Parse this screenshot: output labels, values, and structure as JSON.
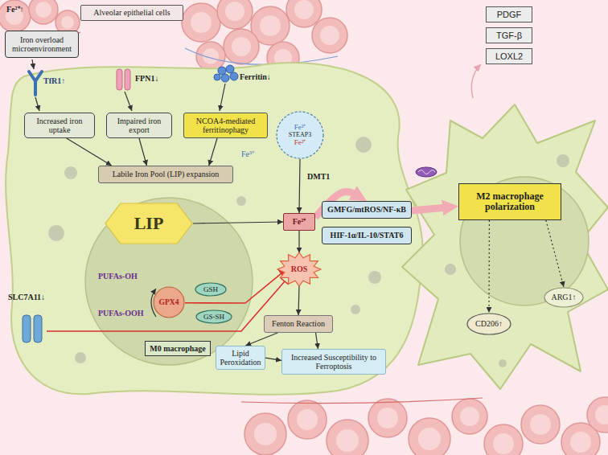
{
  "diagram": {
    "nodes": [
      {
        "text": [
          "Iron overload microenvironment"
        ]
      },
      {
        "text": [
          "Alveolar epithelial cells"
        ]
      },
      {
        "text": [
          "Increased iron uptake"
        ]
      },
      {
        "text": [
          "Impaired iron export"
        ]
      },
      {
        "text": [
          "NCOA4-mediated ferritinophagy"
        ]
      },
      {
        "text": [
          "Fe³⁺",
          "STEAP3",
          "Fe²⁺"
        ]
      },
      {
        "text": [
          "Labile Iron Pool (LIP) expansion"
        ]
      },
      {
        "text": [
          "LIP"
        ]
      },
      {
        "text": [
          "Fe²⁺"
        ]
      },
      {
        "text": [
          "GPX4"
        ]
      },
      {
        "text": [
          "GSH"
        ]
      },
      {
        "text": [
          "GS-SH"
        ]
      },
      {
        "text": [
          "ROS"
        ]
      },
      {
        "text": [
          "Fenton Reaction"
        ]
      },
      {
        "text": [
          "M0 macrophage"
        ]
      },
      {
        "text": [
          "Lipid Peroxidation"
        ]
      },
      {
        "text": [
          "Increased Susceptibility to Ferroptosis"
        ]
      },
      {
        "text": [
          "GMFG/mtROS/NF-κB"
        ]
      },
      {
        "text": [
          "HIF-1α/IL-10/STAT6"
        ]
      },
      {
        "text": [
          "M2 macrophage polarization"
        ]
      },
      {
        "text": [
          "CD206↑"
        ]
      },
      {
        "text": [
          "ARG1↑"
        ]
      },
      {
        "text": [
          "PDGF"
        ]
      },
      {
        "text": [
          "TGF-β"
        ]
      },
      {
        "text": [
          "LOXL2"
        ]
      }
    ],
    "edges": [
      {
        "from": 2,
        "to": 6,
        "arrow": "to"
      },
      {
        "from": 3,
        "to": 6,
        "arrow": "to"
      },
      {
        "from": 4,
        "to": 6,
        "arrow": "to"
      },
      {
        "from": 5,
        "to": 8,
        "label": "DMT1",
        "arrow": "to"
      },
      {
        "from": 7,
        "to": 8,
        "arrow": "to"
      },
      {
        "from": 8,
        "to": 12,
        "arrow": "to"
      },
      {
        "from": 9,
        "to": 12,
        "arrow": "none"
      },
      {
        "from": 12,
        "to": 13,
        "arrow": "to"
      },
      {
        "from": 13,
        "to": 15,
        "arrow": "to"
      },
      {
        "from": 13,
        "to": 16,
        "arrow": "to"
      },
      {
        "from": 15,
        "to": 16,
        "arrow": "to"
      },
      {
        "from": 8,
        "to": 17,
        "arrow": "to"
      },
      {
        "from": 17,
        "to": 19,
        "arrow": "to"
      },
      {
        "from": 19,
        "to": 20,
        "arrow": "to"
      },
      {
        "from": 19,
        "to": 21,
        "arrow": "to"
      }
    ],
    "labels": [
      "Fe²⁺↑",
      "TfR1↑",
      "FPN1↓",
      "Ferritin↓",
      "Fe³⁺",
      "PUFAs-OH",
      "PUFAs-OOH",
      "SLC7A11↓"
    ]
  }
}
